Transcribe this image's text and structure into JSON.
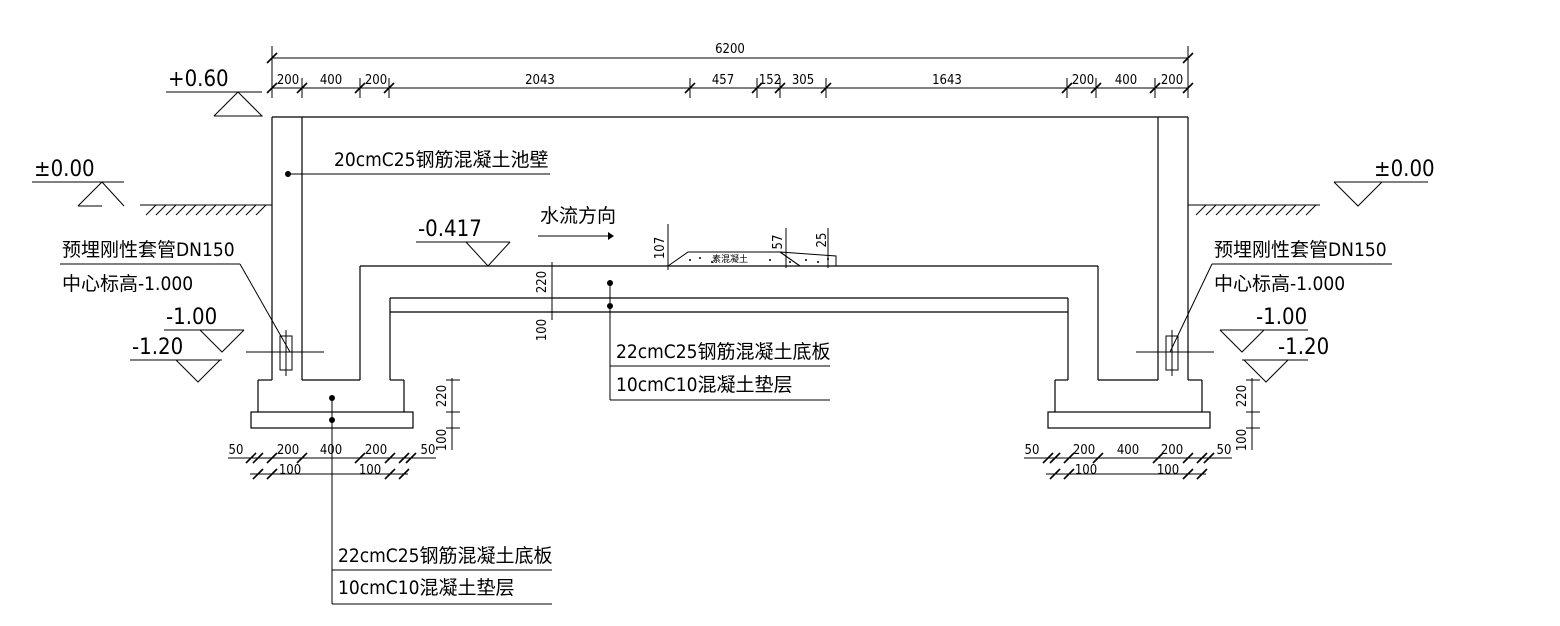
{
  "overall_dimension": "6200",
  "top_dimensions": [
    "200",
    "400",
    "200",
    "2043",
    "457",
    "152",
    "305",
    "1643",
    "200",
    "400",
    "200"
  ],
  "levels": {
    "left_top": "+0.60",
    "left_ground": "±0.00",
    "right_ground": "±0.00",
    "bottom_upper": "-0.417",
    "left_mid1": "-1.00",
    "left_mid2": "-1.20",
    "right_mid1": "-1.00",
    "right_mid2": "-1.20"
  },
  "labels": {
    "wall": "20cmC25钢筋混凝土池壁",
    "flow": "水流方向",
    "pipe_left": "预埋刚性套管DN150",
    "pipe_left_level": "中心标高-1.000",
    "pipe_right": "预埋刚性套管DN150",
    "pipe_right_level": "中心标高-1.000",
    "slab_mid": "22cmC25钢筋混凝土底板",
    "cushion_mid": "10cmC10混凝土垫层",
    "slab_bottom": "22cmC25钢筋混凝土底板",
    "cushion_bottom": "10cmC10混凝土垫层",
    "weir_small": "素混凝土"
  },
  "weir_dimensions": [
    "107",
    "57",
    "25"
  ],
  "slab_dimensions_mid": [
    "220",
    "100"
  ],
  "footing_dimensions_vertical": [
    "220",
    "100"
  ],
  "footing_dimensions_vertical_right": [
    "220",
    "100"
  ],
  "left_footing_dims": [
    "50",
    "200",
    "400",
    "200",
    "50",
    "100",
    "100"
  ],
  "right_footing_dims": [
    "50",
    "200",
    "400",
    "200",
    "50",
    "100",
    "100"
  ]
}
